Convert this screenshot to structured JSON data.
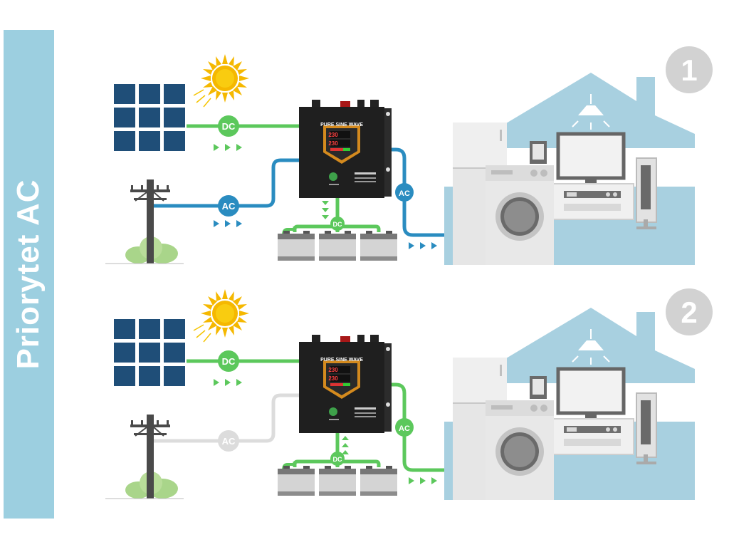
{
  "side_title": "Priorytet AC",
  "scenarios": [
    {
      "number": "1",
      "dc_label": "DC",
      "ac_in_label": "AC",
      "ac_out_label": "AC",
      "battery_label": "DC",
      "inverter_title": "PURE SINE WAVE",
      "display_line1": "230",
      "display_line2": "230"
    },
    {
      "number": "2",
      "dc_label": "DC",
      "ac_in_label": "AC",
      "ac_out_label": "AC",
      "battery_label": "DC",
      "inverter_title": "PURE SINE WAVE",
      "display_line1": "230",
      "display_line2": "230"
    }
  ],
  "colors": {
    "dc": "#5cc85c",
    "ac": "#2a8cc0",
    "inactive": "#dcdcdc",
    "sidebar": "#9ccfe0",
    "house": "#a8d0e0",
    "badge": "#d2d2d2"
  },
  "icons": [
    "solar-panel-icon",
    "sun-icon",
    "power-pole-icon",
    "inverter-icon",
    "battery-icon",
    "house-icon",
    "fridge-icon",
    "washing-machine-icon",
    "tv-icon",
    "speaker-icon",
    "ceiling-lamp-icon"
  ]
}
